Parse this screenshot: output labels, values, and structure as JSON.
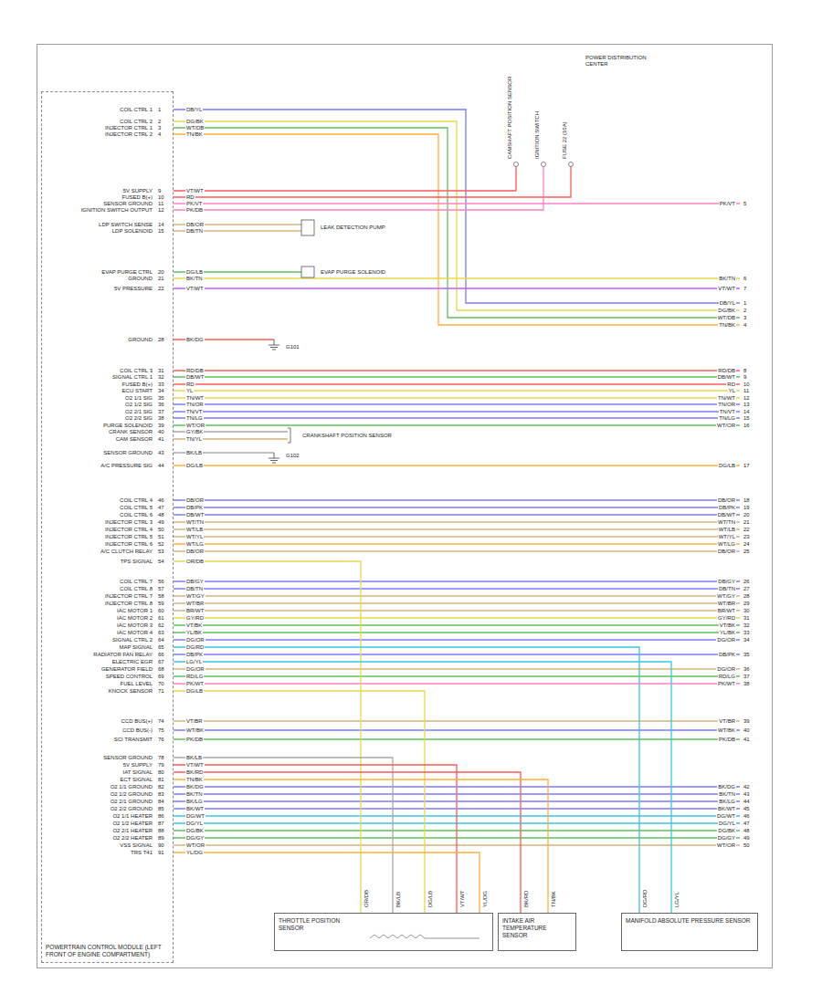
{
  "diagram": {
    "nodes": [
      {
        "text": [
          "POWERTRAIN CONTROL MODULE (LEFT FRONT OF ENGINE COMPARTMENT)"
        ]
      },
      {
        "text": [
          "THROTTLE POSITION SENSOR"
        ]
      },
      {
        "text": [
          "INTAKE AIR TEMPERATURE SENSOR"
        ]
      },
      {
        "text": [
          "MANIFOLD ABSOLUTE PRESSURE SENSOR"
        ]
      }
    ],
    "edges": [
      {
        "from": 0,
        "to": 1,
        "arrow": "none"
      },
      {
        "from": 0,
        "to": 3,
        "arrow": "none"
      },
      {
        "from": 0,
        "to": 3,
        "arrow": "none"
      },
      {
        "from": 0,
        "to": 1,
        "arrow": "none"
      },
      {
        "from": 0,
        "to": 1,
        "arrow": "none"
      },
      {
        "from": 0,
        "to": 1,
        "arrow": "none"
      },
      {
        "from": 0,
        "to": 2,
        "arrow": "none"
      },
      {
        "from": 0,
        "to": 2,
        "arrow": "none"
      },
      {
        "from": 0,
        "to": 1,
        "arrow": "none"
      }
    ],
    "labels": [
      "COIL CTRL 1",
      "1",
      "DB/YL",
      "DB/YL",
      "1",
      "COIL CTRL 2",
      "2",
      "DG/BK",
      "DG/BK",
      "2",
      "INJECTOR CTRL 1",
      "3",
      "WT/DB",
      "WT/DB",
      "3",
      "INJECTOR CTRL 2",
      "4",
      "TN/BK",
      "TN/BK",
      "4",
      "5V SUPPLY",
      "9",
      "VT/WT",
      "FUSED B(+)",
      "10",
      "RD",
      "SENSOR GROUND",
      "11",
      "PK/VT",
      "PK/VT",
      "5",
      "IGNITION SWITCH OUTPUT",
      "12",
      "PK/DB",
      "LDP SWITCH SENSE",
      "14",
      "DB/OR",
      "LDP SOLENOID",
      "15",
      "DB/TN",
      "EVAP PURGE CTRL",
      "20",
      "DG/LB",
      "GROUND",
      "21",
      "BK/TN",
      "BK/TN",
      "6",
      "5V PRESSURE",
      "22",
      "VT/WT",
      "VT/WT",
      "7",
      "GROUND",
      "28",
      "BK/DG",
      "COIL CTRL 3",
      "31",
      "RD/DB",
      "RD/DB",
      "8",
      "SIGNAL CTRL 1",
      "32",
      "DB/WT",
      "DB/WT",
      "9",
      "FUSED B(+)",
      "33",
      "RD",
      "RD",
      "10",
      "ECU START",
      "34",
      "YL",
      "YL",
      "11",
      "O2 1/1 SIG",
      "35",
      "TN/WT",
      "TN/WT",
      "12",
      "O2 1/2 SIG",
      "36",
      "TN/OR",
      "TN/OR",
      "13",
      "O2 2/1 SIG",
      "37",
      "TN/VT",
      "TN/VT",
      "14",
      "O2 2/2 SIG",
      "38",
      "TN/LG",
      "TN/LG",
      "15",
      "PURGE SOLENOID",
      "39",
      "WT/OR",
      "WT/OR",
      "16",
      "CRANK SENSOR",
      "40",
      "GY/BK",
      "CAM SENSOR",
      "41",
      "TN/YL",
      "SENSOR GROUND",
      "43",
      "BK/LB",
      "A/C PRESSURE SIG",
      "44",
      "DG/LB",
      "DG/LB",
      "17",
      "COIL CTRL 4",
      "46",
      "DB/OR",
      "DB/OR",
      "18",
      "COIL CTRL 5",
      "47",
      "DB/PK",
      "DB/PK",
      "19",
      "COIL CTRL 6",
      "48",
      "DB/WT",
      "DB/WT",
      "20",
      "INJECTOR CTRL 3",
      "49",
      "WT/TN",
      "WT/TN",
      "21",
      "INJECTOR CTRL 4",
      "50",
      "WT/LB",
      "WT/LB",
      "22",
      "INJECTOR CTRL 5",
      "51",
      "WT/YL",
      "WT/YL",
      "23",
      "INJECTOR CTRL 6",
      "52",
      "WT/LG",
      "WT/LG",
      "24",
      "A/C CLUTCH RELAY",
      "53",
      "DB/OR",
      "DB/OR",
      "25",
      "TPS SIGNAL",
      "54",
      "OR/DB",
      "COIL CTRL 7",
      "56",
      "DB/GY",
      "DB/GY",
      "26",
      "COIL CTRL 8",
      "57",
      "DB/TN",
      "DB/TN",
      "27",
      "INJECTOR CTRL 7",
      "58",
      "WT/GY",
      "WT/GY",
      "28",
      "INJECTOR CTRL 8",
      "59",
      "WT/BR",
      "WT/BR",
      "29",
      "IAC MOTOR 1",
      "60",
      "BR/WT",
      "BR/WT",
      "30",
      "IAC MOTOR 2",
      "61",
      "GY/RD",
      "GY/RD",
      "31",
      "IAC MOTOR 3",
      "62",
      "VT/BK",
      "VT/BK",
      "32",
      "IAC MOTOR 4",
      "63",
      "YL/BK",
      "YL/BK",
      "33",
      "SIGNAL CTRL 2",
      "64",
      "DG/OR",
      "DG/OR",
      "34",
      "MAP SIGNAL",
      "65",
      "DG/RD",
      "RADIATOR FAN RELAY",
      "66",
      "DB/PK",
      "DB/PK",
      "35",
      "ELECTRIC EGR",
      "67",
      "LG/YL",
      "GENERATOR FIELD",
      "68",
      "DG/OR",
      "DG/OR",
      "36",
      "SPEED CONTROL",
      "69",
      "RD/LG",
      "RD/LG",
      "37",
      "FUEL LEVEL",
      "70",
      "PK/WT",
      "PK/WT",
      "38",
      "KNOCK SENSOR",
      "71",
      "DG/LB",
      "CCD BUS(+)",
      "74",
      "VT/BR",
      "VT/BR",
      "39",
      "CCD BUS(-)",
      "75",
      "WT/BK",
      "WT/BK",
      "40",
      "SCI TRANSMIT",
      "76",
      "PK/DB",
      "PK/DB",
      "41",
      "SENSOR GROUND",
      "78",
      "BK/LB",
      "5V SUPPLY",
      "79",
      "VT/WT",
      "IAT SIGNAL",
      "80",
      "BK/RD",
      "ECT SIGNAL",
      "81",
      "TN/BK",
      "O2 1/1 GROUND",
      "82",
      "BK/DG",
      "BK/DG",
      "42",
      "O2 1/2 GROUND",
      "83",
      "BK/TN",
      "BK/TN",
      "43",
      "O2 2/1 GROUND",
      "84",
      "BK/LG",
      "BK/LG",
      "44",
      "O2 2/2 GROUND",
      "85",
      "BK/WT",
      "BK/WT",
      "45",
      "O2 1/1 HEATER",
      "86",
      "DG/WT",
      "DG/WT",
      "46",
      "O2 1/2 HEATER",
      "87",
      "DG/YL",
      "DG/YL",
      "47",
      "O2 2/1 HEATER",
      "88",
      "DG/BK",
      "DG/BK",
      "48",
      "O2 2/2 HEATER",
      "89",
      "DG/GY",
      "DG/GY",
      "49",
      "VSS SIGNAL",
      "90",
      "WT/OR",
      "WT/OR",
      "50",
      "TRS T41",
      "91",
      "YL/DG",
      "OR/DB",
      "DG/RD",
      "LG/YL",
      "DG/LB",
      "BK/LB",
      "VT/WT",
      "BK/RD",
      "TN/BK",
      "YL/DG",
      "CAMSHAFT POSITION SENSOR",
      "IGNITION SWITCH",
      "FUSE 22 (10A)",
      "POWER DISTRIBUTION CENTER",
      "LEAK DETECTION PUMP",
      "EVAP PURGE SOLENOID",
      "G101",
      "CRANKSHAFT POSITION SENSOR",
      "G102"
    ]
  }
}
